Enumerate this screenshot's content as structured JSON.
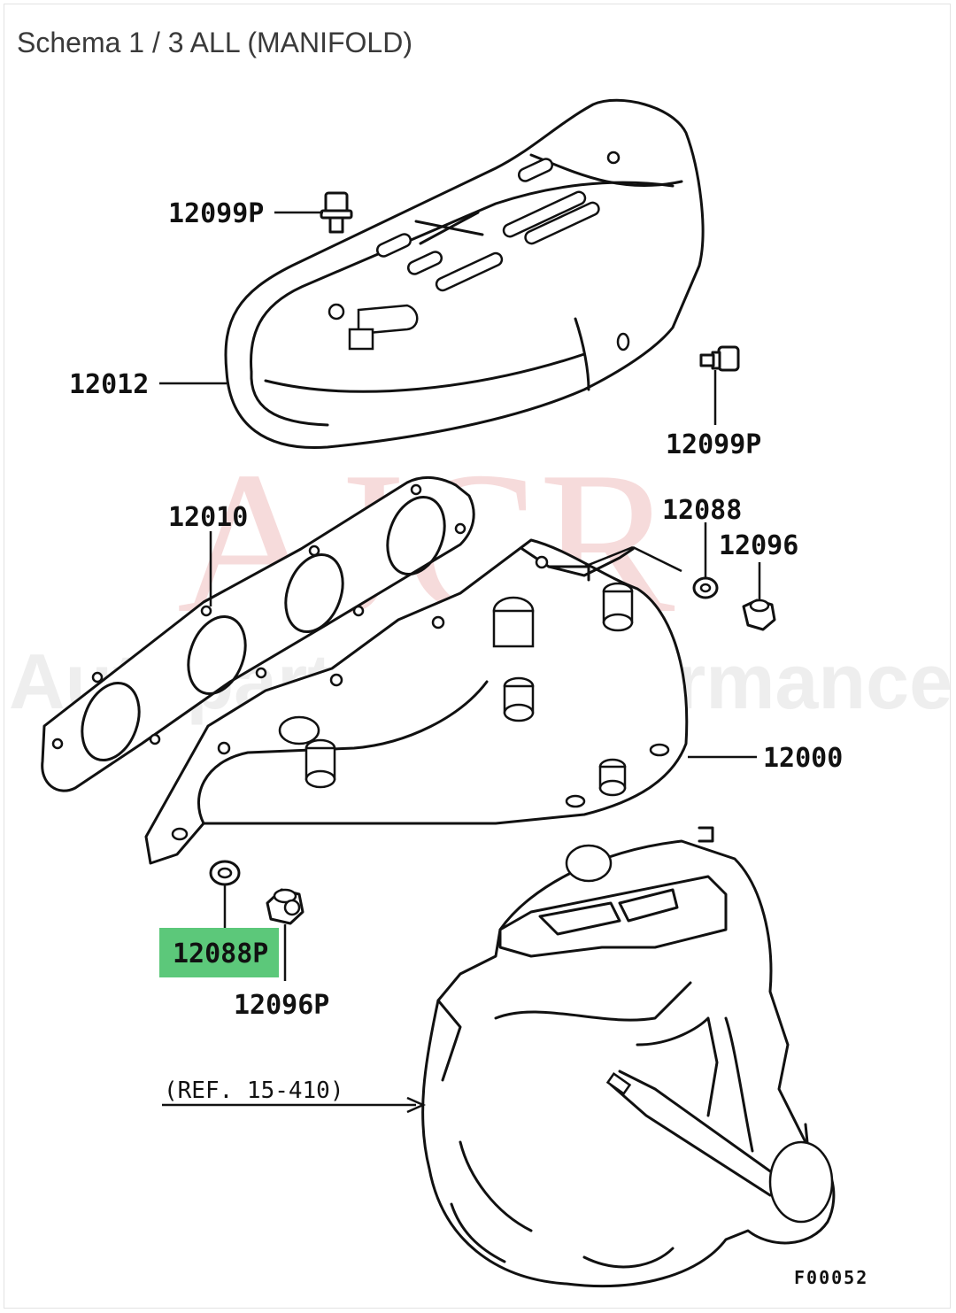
{
  "header": {
    "title": "Schema 1 / 3 ALL (MANIFOLD)"
  },
  "watermark": {
    "brand": "AJCR",
    "tagline": "Autoparts & Performance"
  },
  "callouts": {
    "bolt_top_left": "12099P",
    "heat_shield": "12012",
    "bolt_right": "12099P",
    "gasket": "12010",
    "washer_right": "12088",
    "nut_right": "12096",
    "manifold": "12000",
    "washer_bottom": "12088P",
    "nut_bottom": "12096P",
    "turbo_ref": "(REF. 15-410)"
  },
  "diagram_code": "F00052",
  "colors": {
    "highlight": "#5cc87a",
    "watermark_red": "#e89a9a"
  }
}
